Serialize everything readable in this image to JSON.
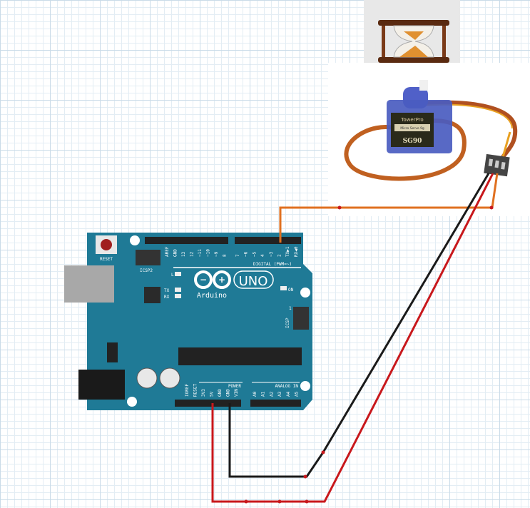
{
  "board": {
    "reset": "RESET",
    "icsp2": "ICSP2",
    "icsp": "ICSP",
    "icsp_pin1": "1",
    "digital": "DIGITAL (PWM=~)",
    "top_pins": [
      "AREF",
      "GND",
      "13",
      "12",
      "~11",
      "~10",
      "~9",
      "8"
    ],
    "top_pins2": [
      "7",
      "~6",
      "~5",
      "4",
      "~3",
      "2",
      "TX▶1",
      "RX◀0"
    ],
    "led_l": "L",
    "led_tx": "TX",
    "led_rx": "RX",
    "on": "ON",
    "logo_text": "Arduino",
    "model": "UNO",
    "power": "POWER",
    "analog": "ANALOG IN",
    "power_pins": [
      "IOREF",
      "RESET",
      "3V3",
      "5V",
      "GND",
      "GND",
      "VIN"
    ],
    "analog_pins": [
      "A0",
      "A1",
      "A2",
      "A3",
      "A4",
      "A5"
    ]
  },
  "servo": {
    "brand": "TowerPro",
    "subtitle": "Micro Servo 9g",
    "model": "SG90"
  },
  "colors": {
    "board": "#1f7a96",
    "wire_signal": "#e07020",
    "wire_gnd": "#1a1a1a",
    "wire_vcc": "#c8181c"
  }
}
